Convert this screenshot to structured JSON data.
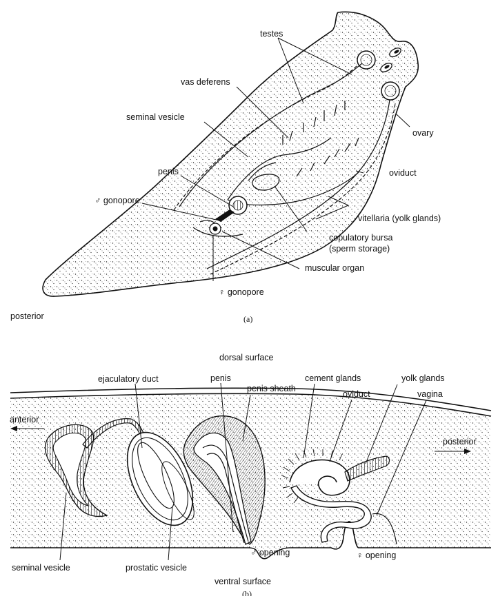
{
  "figure_a": {
    "caption": "(a)",
    "labels": {
      "testes": "testes",
      "vas_deferens": "vas deferens",
      "seminal_vesicle": "seminal vesicle",
      "ovary": "ovary",
      "penis": "penis",
      "oviduct": "oviduct",
      "male_gonopore": "♂ gonopore",
      "vitellaria": "vitellaria (yolk glands)",
      "copulatory_bursa_1": "copulatory bursa",
      "copulatory_bursa_2": "(sperm storage)",
      "muscular_organ": "muscular organ",
      "female_gonopore": "♀ gonopore",
      "posterior": "posterior"
    }
  },
  "figure_b": {
    "caption": "(b)",
    "labels": {
      "dorsal_surface": "dorsal surface",
      "ejaculatory_duct": "ejaculatory duct",
      "penis": "penis",
      "penis_sheath": "penis sheath",
      "cement_glands": "cement glands",
      "oviduct": "oviduct",
      "yolk_glands": "yolk glands",
      "vagina": "vagina",
      "anterior": "anterior",
      "posterior": "posterior",
      "male_opening": "♂ opening",
      "female_opening": "♀ opening",
      "seminal_vesicle": "seminal vesicle",
      "prostatic_vesicle": "prostatic vesicle",
      "ventral_surface": "ventral surface"
    }
  }
}
